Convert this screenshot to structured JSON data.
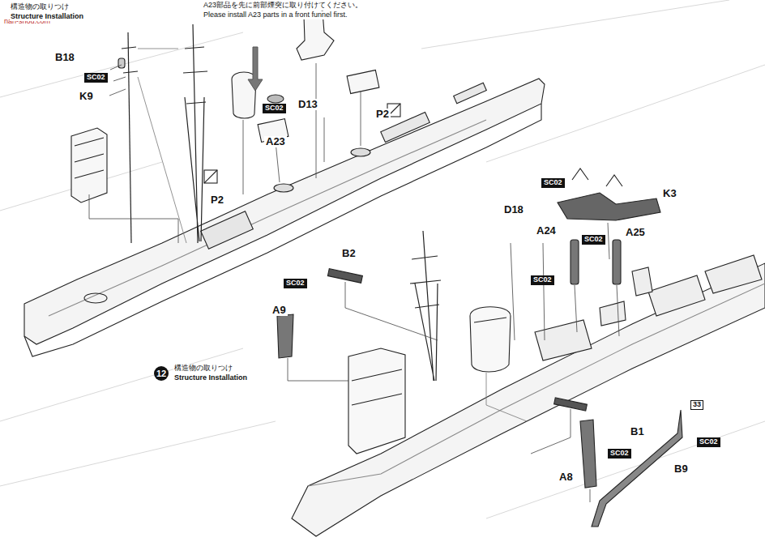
{
  "diagram": {
    "labels": [
      "nan-shou.com",
      "構造物の取りつけ",
      "Structure Installation",
      "A23部品を先に前部煙突に取り付けてください。",
      "Please install A23 parts in a front funnel first.",
      "B18",
      "SC02",
      "K9",
      "SC02",
      "A23",
      "D13",
      "P2",
      "P2",
      "12",
      "構造物の取りつけ",
      "Structure Installation",
      "B2",
      "SC02",
      "A9",
      "D18",
      "SC02",
      "A24",
      "SC02",
      "A25",
      "SC02",
      "K3",
      "B1",
      "SC02",
      "A8",
      "33",
      "SC02",
      "B9"
    ]
  }
}
